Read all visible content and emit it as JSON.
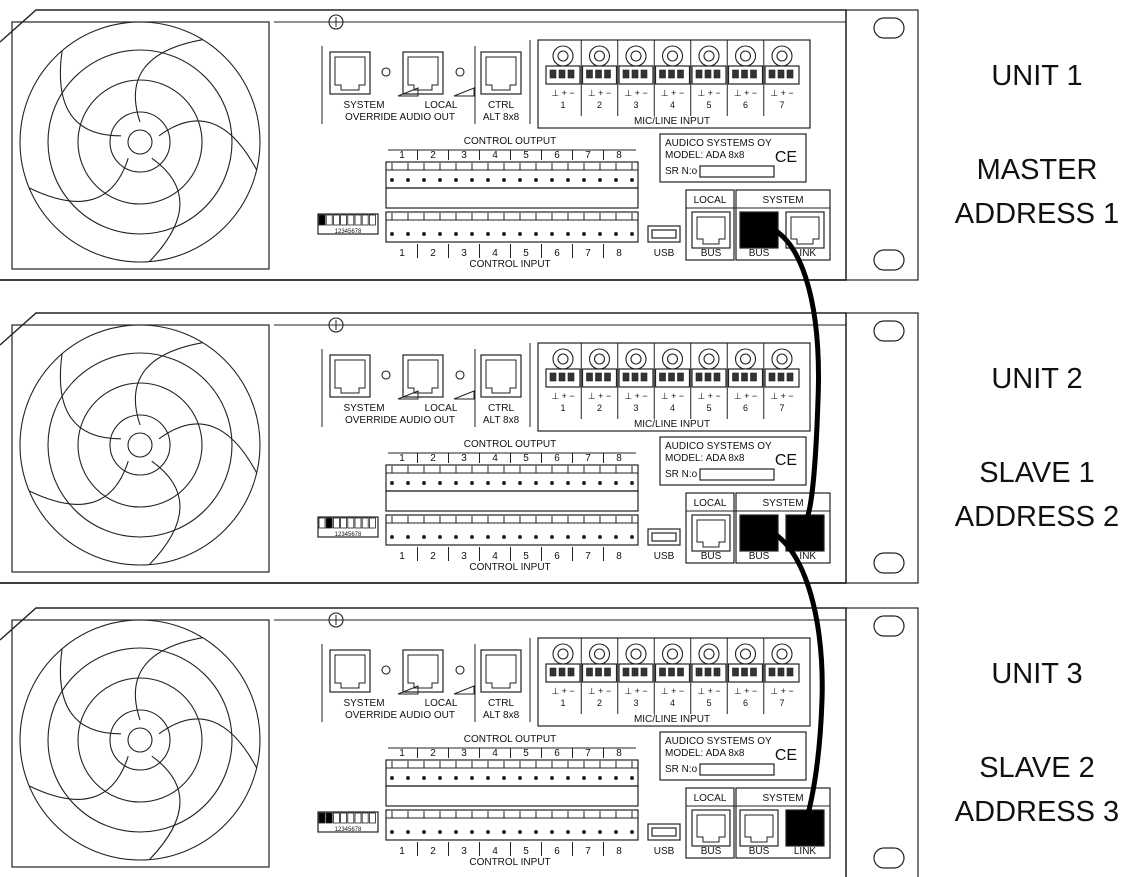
{
  "units": [
    {
      "unit_label": "UNIT 1",
      "role_label": "MASTER",
      "address_label": "ADDRESS 1",
      "dip_switches_on": [
        1
      ]
    },
    {
      "unit_label": "UNIT 2",
      "role_label": "SLAVE 1",
      "address_label": "ADDRESS 2",
      "dip_switches_on": [
        2
      ]
    },
    {
      "unit_label": "UNIT 3",
      "role_label": "SLAVE 2",
      "address_label": "ADDRESS 3",
      "dip_switches_on": [
        1,
        2
      ]
    }
  ],
  "panel": {
    "override_system": "SYSTEM",
    "override_local": "LOCAL",
    "override_group": "OVERRIDE AUDIO OUT",
    "ctrl_line1": "CTRL",
    "ctrl_line2": "ALT 8x8",
    "mic_group": "MIC/LINE INPUT",
    "mic_channels": [
      "1",
      "2",
      "3",
      "4",
      "5",
      "6",
      "7"
    ],
    "mic_pin_markings": "⊥ + −",
    "control_output": "CONTROL OUTPUT",
    "control_input": "CONTROL INPUT",
    "control_channels": [
      "1",
      "2",
      "3",
      "4",
      "5",
      "6",
      "7",
      "8"
    ],
    "maker": "AUDICO SYSTEMS OY",
    "model": "MODEL: ADA 8x8",
    "serial": "SR N:o",
    "ce_mark": "CE",
    "dip_numbers": "12345678",
    "usb": "USB",
    "local_header": "LOCAL",
    "system_header": "SYSTEM",
    "port_bus": "BUS",
    "port_link": "LINK"
  },
  "colors": {
    "line": "#222222",
    "cable": "#000000",
    "background": "#ffffff"
  }
}
